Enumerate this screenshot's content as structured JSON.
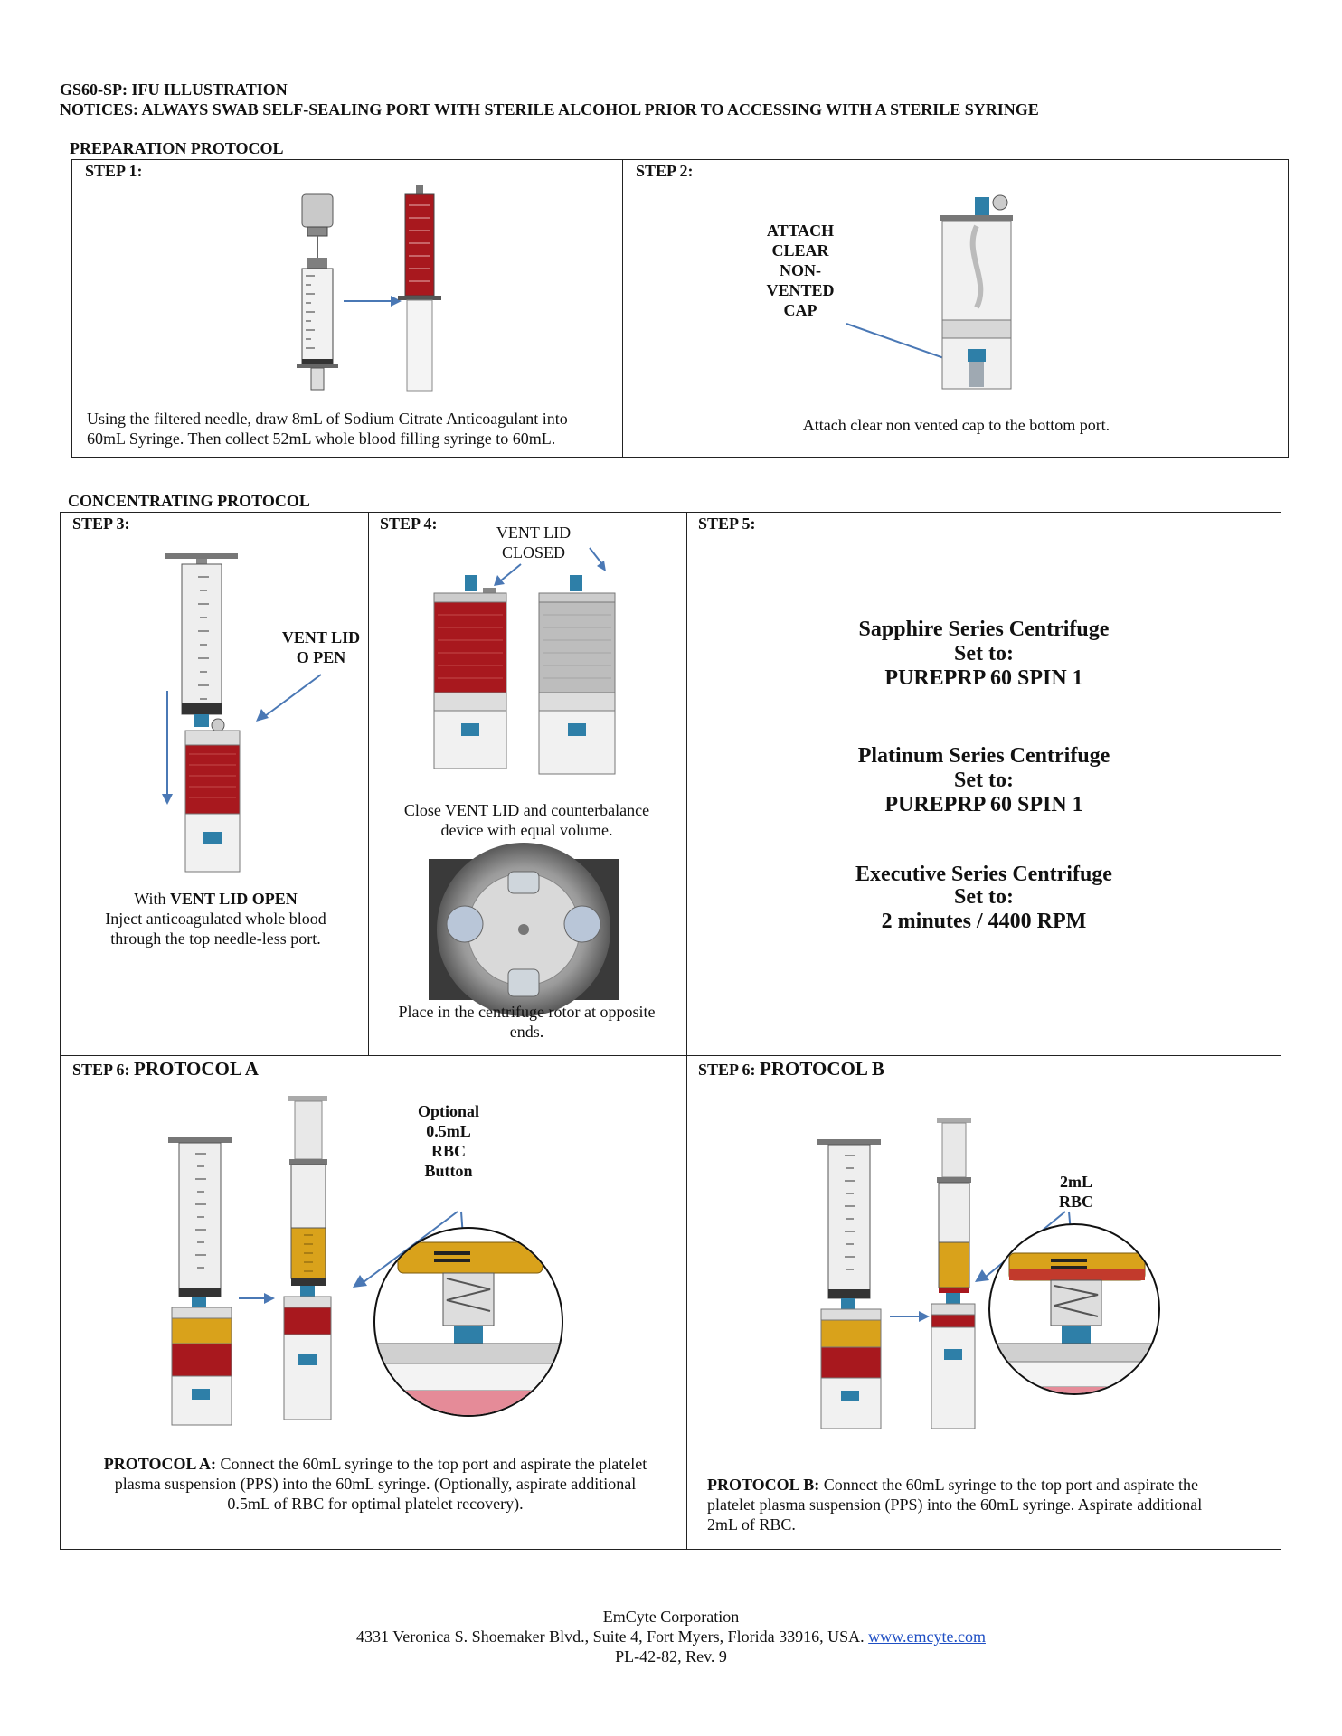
{
  "header": {
    "title": "GS60-SP: IFU ILLUSTRATION",
    "notice": "NOTICES: ALWAYS SWAB SELF-SEALING PORT WITH STERILE  ALCOHOL PRIOR TO ACCESSING WITH A STERILE SYRINGE"
  },
  "preparation": {
    "title": "PREPARATION PROTOCOL",
    "step1": {
      "label": "STEP 1:",
      "caption_line1": "Using the filtered needle, draw 8mL of Sodium Citrate Anticoagulant into",
      "caption_line2": "60mL  Syringe. Then collect 52mL whole blood filling syringe to 60mL."
    },
    "step2": {
      "label": "STEP 2:",
      "callout": [
        "ATTACH",
        "CLEAR",
        "NON-",
        "VENTED",
        "CAP"
      ],
      "caption": "Attach clear non vented cap to the bottom  port."
    }
  },
  "concentrating": {
    "title": "CONCENTRATING PROTOCOL",
    "step3": {
      "label": "STEP 3:",
      "callout_line1": "VENT LID",
      "callout_line2": "O PEN",
      "caption_prefix": "With ",
      "caption_bold": "VENT LID OPEN",
      "caption_line2": "Inject anticoagulated whole blood",
      "caption_line3": "through the top needle-less port."
    },
    "step4": {
      "label": "STEP 4:",
      "callout_line1": "VENT LID",
      "callout_line2": "CLOSED",
      "caption1_line1": "Close VENT LID and counterbalance",
      "caption1_line2": "device with equal volume.",
      "caption2_line1": "Place in the centrifuge rotor at opposite",
      "caption2_line2": "ends."
    },
    "step5": {
      "label": "STEP 5:",
      "centrifuges": [
        {
          "name": "Sapphire Series Centrifuge",
          "set": "Set to:",
          "value": "PUREPRP 60 SPIN 1"
        },
        {
          "name": "Platinum Series Centrifuge",
          "set": "Set to:",
          "value": "PUREPRP 60 SPIN 1"
        },
        {
          "name": "Executive Series Centrifuge",
          "set": "Set to:",
          "value": "2 minutes / 4400 RPM"
        }
      ]
    },
    "step6a": {
      "label": "STEP 6:",
      "protocol": "PROTOCOL A",
      "callout": [
        "Optional",
        "0.5mL",
        "RBC",
        "Button"
      ],
      "caption_bold": "PROTOCOL A:",
      "caption_line1": " Connect the 60mL syringe to the top port and aspirate the platelet",
      "caption_line2": "plasma suspension (PPS) into the 60mL syringe. (Optionally, aspirate additional",
      "caption_line3": "0.5mL of RBC for optimal platelet recovery)."
    },
    "step6b": {
      "label": "STEP 6:",
      "protocol": "PROTOCOL B",
      "callout": [
        "2mL",
        "RBC"
      ],
      "caption_bold": "PROTOCOL B:",
      "caption_line1": " Connect the 60mL syringe to the top port and aspirate the",
      "caption_line2": "platelet  plasma suspension (PPS) into the 60mL syringe. Aspirate additional",
      "caption_line3": "2mL of RBC."
    }
  },
  "footer": {
    "company": "EmCyte Corporation",
    "address": "4331 Veronica S. Shoemaker Blvd., Suite 4, Fort Myers, Florida 33916, USA. ",
    "website": "www.emcyte.com",
    "doc_id": "PL-42-82, Rev. 9"
  },
  "colors": {
    "arrow": "#4a78b5",
    "blood": "#a8181e",
    "plasma": "#d9a21b",
    "port": "#2e7fa8"
  }
}
